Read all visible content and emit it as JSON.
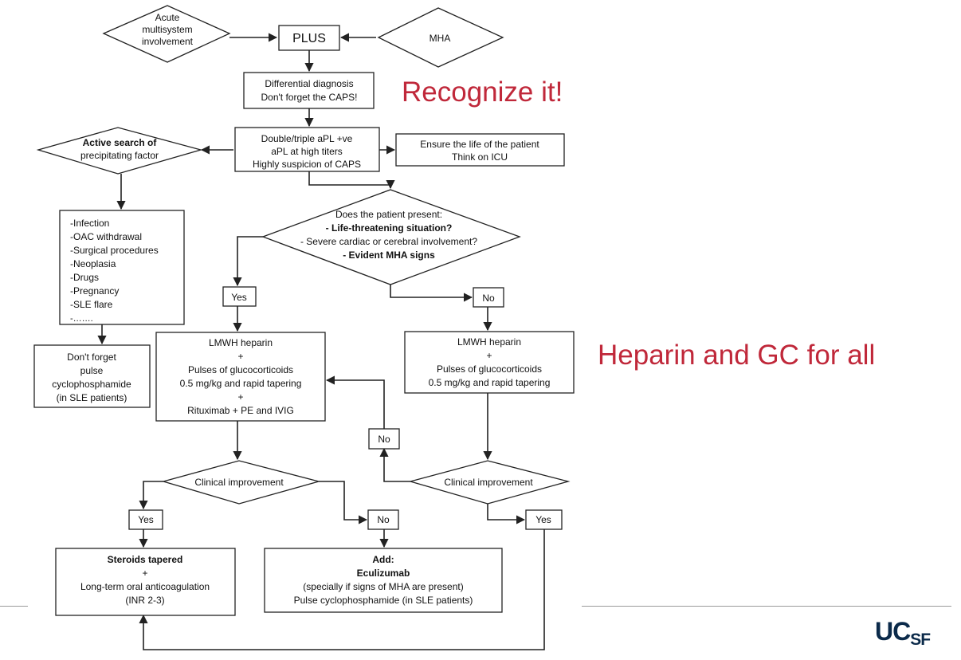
{
  "slide": {
    "title_recognize": "Recognize it!",
    "title_heparin": "Heparin and GC for all",
    "logo_text": "UCSF",
    "accent_color": "#c0283a"
  },
  "diagram": {
    "acute": [
      "Acute",
      "multisystem",
      "involvement"
    ],
    "plus": [
      "PLUS"
    ],
    "mha": [
      "MHA"
    ],
    "differential": [
      "Differential diagnosis",
      "Don't forget the CAPS!"
    ],
    "double_triple": [
      "Double/triple aPL +ve",
      "aPL at high titers",
      "Highly suspicion of CAPS"
    ],
    "ensure_life": [
      "Ensure the life of the patient",
      "Think on ICU"
    ],
    "active_search": [
      "Active search of",
      "precipitating factor"
    ],
    "factors": [
      "-Infection",
      "-OAC withdrawal",
      "-Surgical procedures",
      "-Neoplasia",
      "-Drugs",
      "-Pregnancy",
      "-SLE flare",
      "-……."
    ],
    "cyclophosphamide": [
      "Don't forget",
      "pulse",
      "cyclophosphamide",
      "(in SLE patients)"
    ],
    "question": [
      "Does the patient present:",
      "- Life-threatening situation?",
      "- Severe cardiac or cerebral involvement?",
      "- Evident MHA signs"
    ],
    "yes": "Yes",
    "no": "No",
    "treat_yes": [
      "LMWH heparin",
      "+",
      "Pulses of glucocorticoids",
      "0.5 mg/kg and rapid tapering",
      "+",
      "Rituximab + PE and IVIG"
    ],
    "treat_no": [
      "LMWH heparin",
      "+",
      "Pulses of glucocorticoids",
      "0.5 mg/kg and rapid tapering"
    ],
    "clinical_improvement": "Clinical improvement",
    "steroids": [
      "Steroids tapered",
      "+",
      "Long-term oral anticoagulation",
      "(INR 2-3)"
    ],
    "add": [
      "Add:",
      "Eculizumab",
      "(specially if signs of MHA are present)",
      "Pulse cyclophosphamide (in SLE patients)"
    ]
  }
}
